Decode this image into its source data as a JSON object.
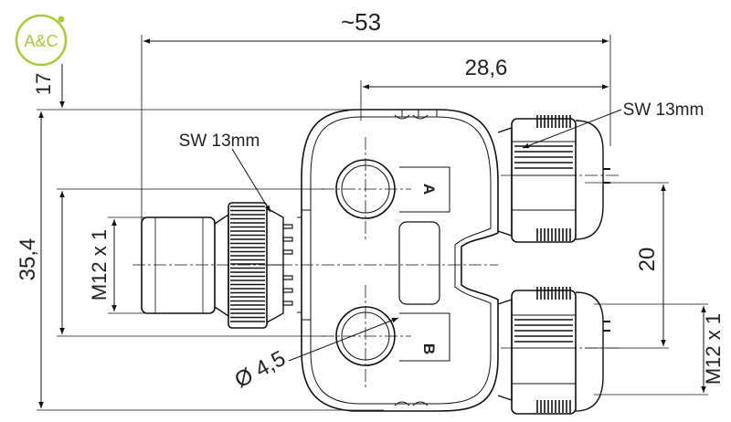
{
  "logo": {
    "text": "A&C",
    "color": "#a8c93a"
  },
  "dimensions": {
    "total_width": "~53",
    "body_width": "28,6",
    "top_offset": "17",
    "total_height": "35,4",
    "port_spacing": "20",
    "left_thread": "M12 x 1",
    "right_thread": "M12 x 1",
    "hole_diameter": "Ø 4,5",
    "wrench_left": "SW 13mm",
    "wrench_right": "SW 13mm"
  },
  "ports": {
    "a": "A",
    "b": "B"
  },
  "colors": {
    "line": "#111111",
    "logo": "#a8c93a"
  }
}
